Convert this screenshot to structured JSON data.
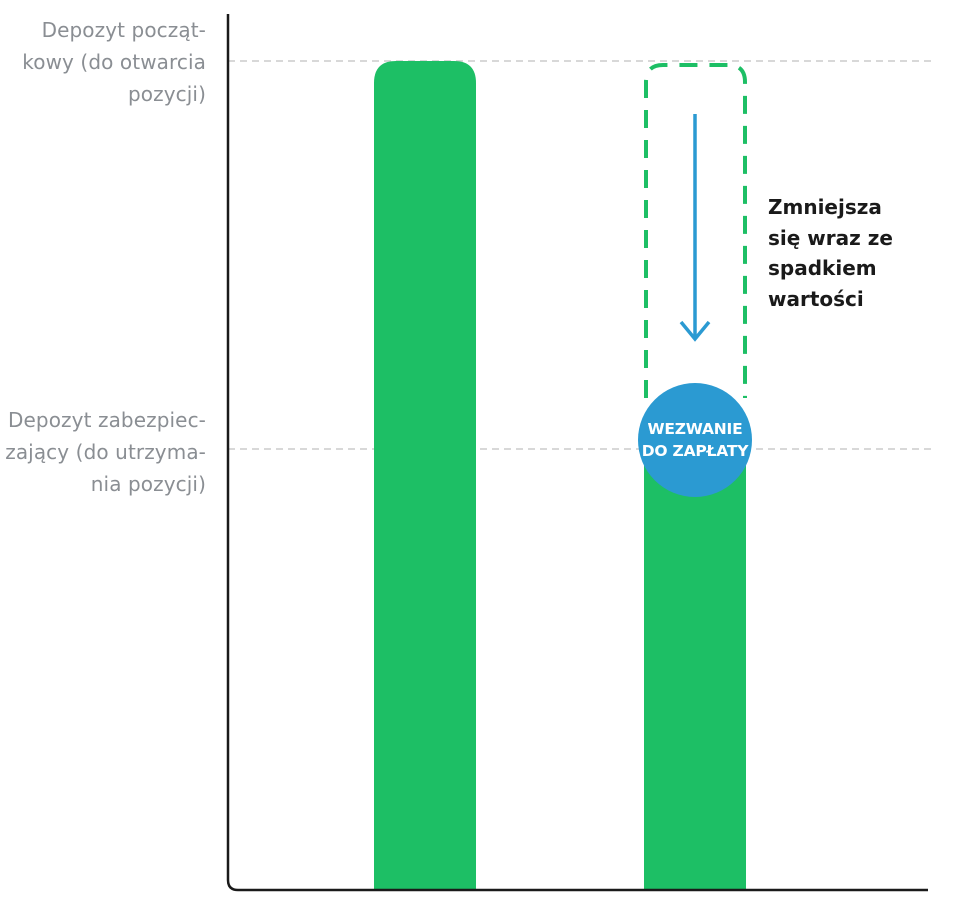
{
  "colors": {
    "bar": "#1dbf65",
    "dashed_outline": "#1dbf65",
    "arrow": "#2b9ad2",
    "circle": "#2b9ad2",
    "axis": "#1a1a1a",
    "guide_line": "#cccccc",
    "label_gray": "#8a8e93"
  },
  "y_labels": {
    "initial_margin": [
      "Depozyt począt-",
      "kowy (do otwarcia",
      "pozycji)"
    ],
    "maintenance_margin": [
      "Depozyt zabezpiec-",
      "zający (do utrzyma-",
      "nia pozycji)"
    ]
  },
  "annotation": {
    "lines": [
      "Zmniejsza",
      "się wraz ze",
      "spadkiem",
      "wartości"
    ]
  },
  "margin_call": {
    "lines": [
      "WEZWANIE",
      "DO ZAPŁATY"
    ]
  }
}
